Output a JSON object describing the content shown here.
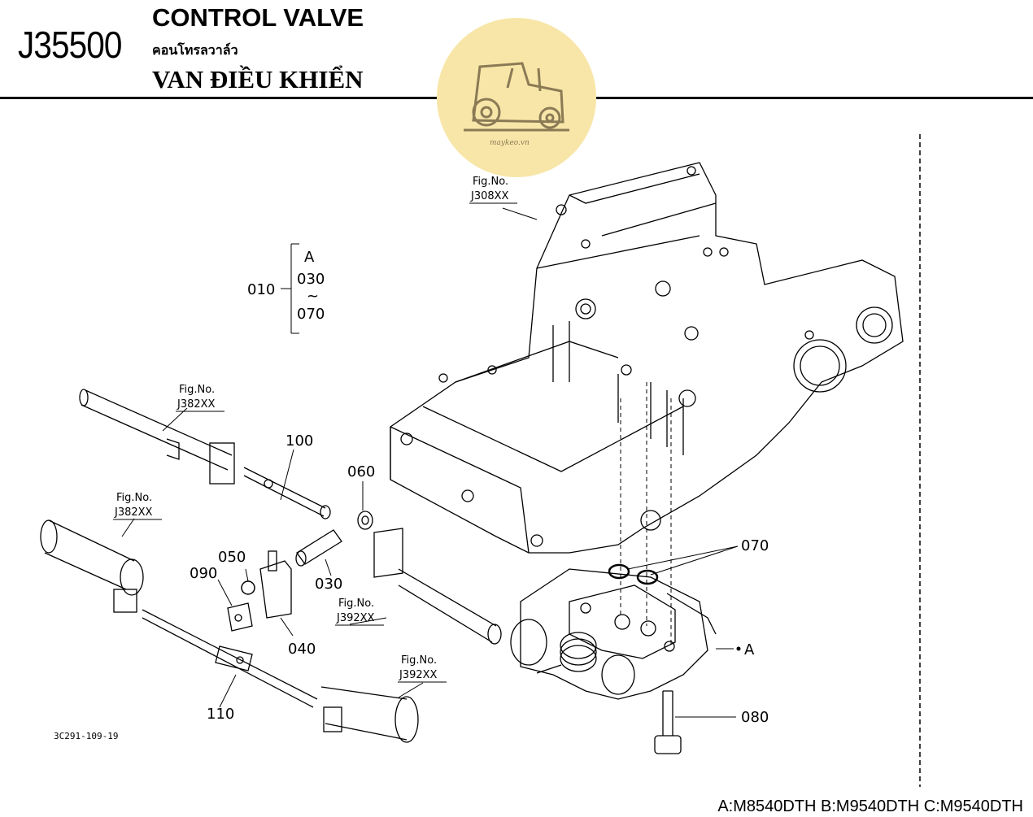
{
  "header": {
    "code": "J35500",
    "title_en": "CONTROL VALVE",
    "title_th": "คอนโทรลวาล์ว",
    "title_vi": "VAN ĐIỀU KHIỂN"
  },
  "watermark": {
    "text": "maykeo.vn",
    "color": "#f8e6a8",
    "icon": "tractor-icon"
  },
  "fig_refs": [
    {
      "line1": "Fig.No.",
      "line2": "J308XX"
    },
    {
      "line1": "Fig.No.",
      "line2": "J382XX"
    },
    {
      "line1": "Fig.No.",
      "line2": "J382XX"
    },
    {
      "line1": "Fig.No.",
      "line2": "J392XX"
    },
    {
      "line1": "Fig.No.",
      "line2": "J392XX"
    }
  ],
  "group": {
    "parent": "010",
    "marker": "A",
    "first": "030",
    "tilde": "~",
    "last": "070"
  },
  "parts": {
    "p100": "100",
    "p060": "060",
    "p050": "050",
    "p090": "090",
    "p030": "030",
    "p040": "040",
    "p110": "110",
    "p070": "070",
    "p080": "080",
    "pA": "A"
  },
  "drawing_code": "3C291-109-19",
  "models_footer": "A:M8540DTH B:M9540DTH C:M9540DTH"
}
